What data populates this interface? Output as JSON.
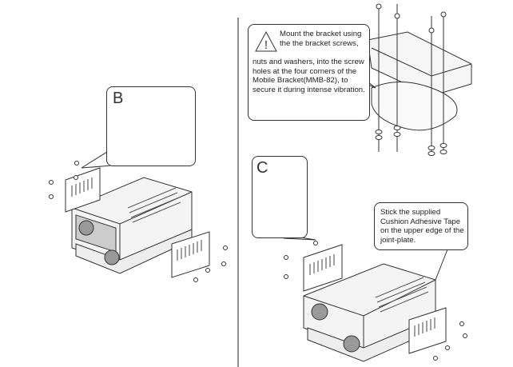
{
  "left_panel": {
    "callout_label": "B"
  },
  "right_panel": {
    "warning_icon": "warning-triangle-icon",
    "warning_text_lead": "Mount the bracket using the the bracket screws,",
    "warning_text_rest": "nuts and washers, into the screw holes at the four corners of the Mobile Bracket(MMB-82), to secure it during intense vibration.",
    "callout_label": "C",
    "tape_note": "Stick the supplied Cushion Adhesive Tape on the upper edge of the joint-plate."
  }
}
